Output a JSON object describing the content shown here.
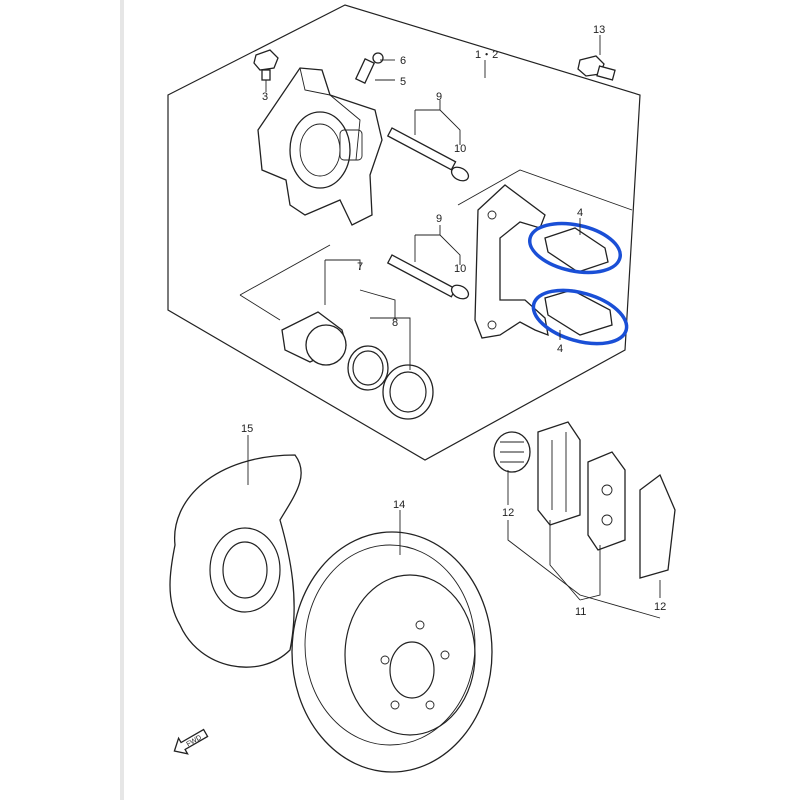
{
  "diagram": {
    "callouts": [
      {
        "id": "c1-2",
        "text": "1・2"
      },
      {
        "id": "c3",
        "text": "3"
      },
      {
        "id": "c4a",
        "text": "4"
      },
      {
        "id": "c4b",
        "text": "4"
      },
      {
        "id": "c5",
        "text": "5"
      },
      {
        "id": "c6",
        "text": "6"
      },
      {
        "id": "c7",
        "text": "7"
      },
      {
        "id": "c8",
        "text": "8"
      },
      {
        "id": "c9a",
        "text": "9"
      },
      {
        "id": "c9b",
        "text": "9"
      },
      {
        "id": "c10a",
        "text": "10"
      },
      {
        "id": "c10b",
        "text": "10"
      },
      {
        "id": "c11",
        "text": "11"
      },
      {
        "id": "c12a",
        "text": "12"
      },
      {
        "id": "c12b",
        "text": "12"
      },
      {
        "id": "c13",
        "text": "13"
      },
      {
        "id": "c14",
        "text": "14"
      },
      {
        "id": "c15",
        "text": "15"
      }
    ],
    "direction_marker": "FWD",
    "highlight_color": "#1a4fd6",
    "line_color": "#222222"
  }
}
